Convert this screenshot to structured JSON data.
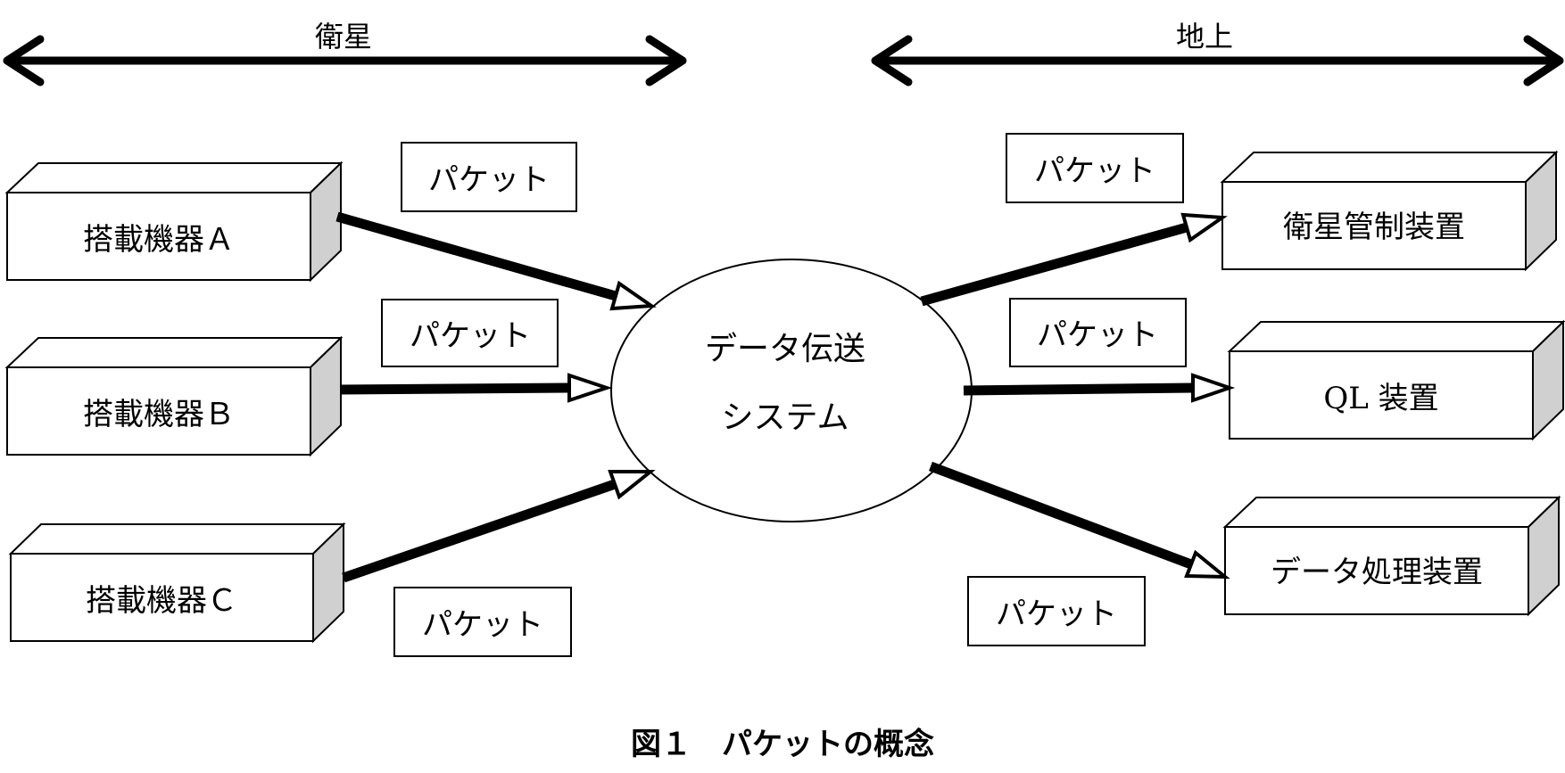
{
  "header": {
    "satellite_label": "衛星",
    "ground_label": "地上"
  },
  "onboard_devices": [
    {
      "label": "搭載機器Ａ"
    },
    {
      "label": "搭載機器Ｂ"
    },
    {
      "label": "搭載機器Ｃ"
    }
  ],
  "central_system": {
    "line1": "データ伝送",
    "line2": "システム"
  },
  "ground_devices": [
    {
      "label": "衛星管制装置"
    },
    {
      "label": "QL 装置"
    },
    {
      "label": "データ処理装置"
    }
  ],
  "packet_labels": [
    {
      "label": "パケット"
    },
    {
      "label": "パケット"
    },
    {
      "label": "パケット"
    },
    {
      "label": "パケット"
    },
    {
      "label": "パケット"
    },
    {
      "label": "パケット"
    }
  ],
  "caption": {
    "text": "図１　パケットの概念"
  }
}
